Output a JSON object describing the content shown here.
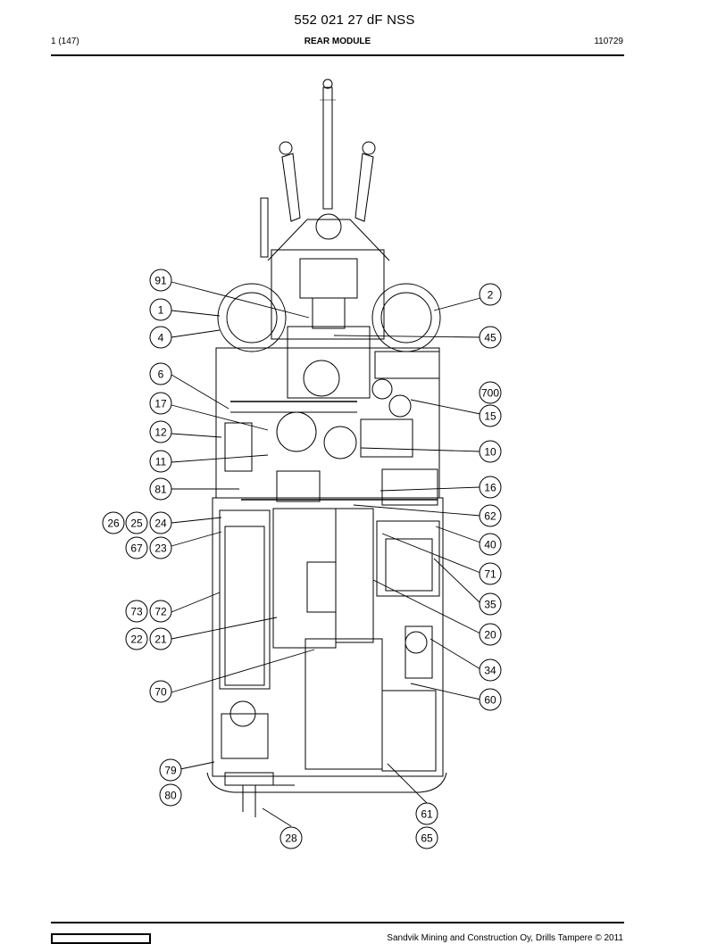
{
  "header": {
    "document_number": "552 021 27 dF NSS",
    "page": "1 (147)",
    "section": "REAR MODULE",
    "date_code": "110729"
  },
  "footer": {
    "copyright": "Sandvik Mining and Construction Oy, Drills Tampere © 2011"
  },
  "callouts": [
    {
      "label": "91"
    },
    {
      "label": "1"
    },
    {
      "label": "4"
    },
    {
      "label": "6"
    },
    {
      "label": "17"
    },
    {
      "label": "12"
    },
    {
      "label": "11"
    },
    {
      "label": "81"
    },
    {
      "label": "26"
    },
    {
      "label": "25"
    },
    {
      "label": "24"
    },
    {
      "label": "67"
    },
    {
      "label": "23"
    },
    {
      "label": "73"
    },
    {
      "label": "72"
    },
    {
      "label": "22"
    },
    {
      "label": "21"
    },
    {
      "label": "70"
    },
    {
      "label": "79"
    },
    {
      "label": "80"
    },
    {
      "label": "28"
    },
    {
      "label": "2"
    },
    {
      "label": "45"
    },
    {
      "label": "700"
    },
    {
      "label": "15"
    },
    {
      "label": "10"
    },
    {
      "label": "16"
    },
    {
      "label": "62"
    },
    {
      "label": "40"
    },
    {
      "label": "71"
    },
    {
      "label": "35"
    },
    {
      "label": "20"
    },
    {
      "label": "34"
    },
    {
      "label": "60"
    },
    {
      "label": "61"
    },
    {
      "label": "65"
    }
  ]
}
